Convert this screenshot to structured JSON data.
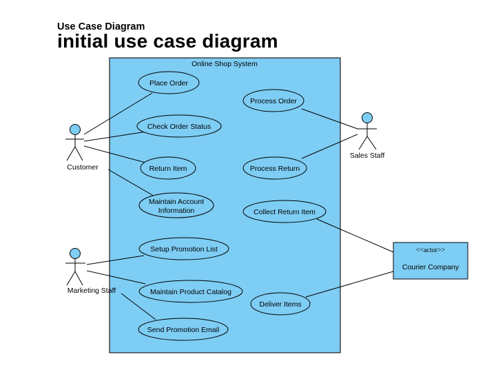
{
  "header": {
    "subtitle": "Use Case Diagram",
    "title": "initial use case diagram"
  },
  "system": {
    "name": "Online Shop System",
    "fill": "#7ecdf4"
  },
  "actors": {
    "customer": "Customer",
    "marketing": "Marketing Staff",
    "sales": "Sales Staff",
    "courier_stereotype": "<<actor>>",
    "courier": "Courier Company"
  },
  "use_cases": {
    "place_order": "Place Order",
    "check_order_status": "Check Order Status",
    "return_item": "Return Item",
    "maintain_account_1": "Maintain Account",
    "maintain_account_2": "Information",
    "setup_promotion": "Setup Promotion List",
    "maintain_catalog": "Maintain Product Catalog",
    "send_promotion": "Send Promotion Email",
    "process_order": "Process Order",
    "process_return": "Process Return",
    "collect_return": "Collect Return Item",
    "deliver_items": "Deliver Items"
  }
}
